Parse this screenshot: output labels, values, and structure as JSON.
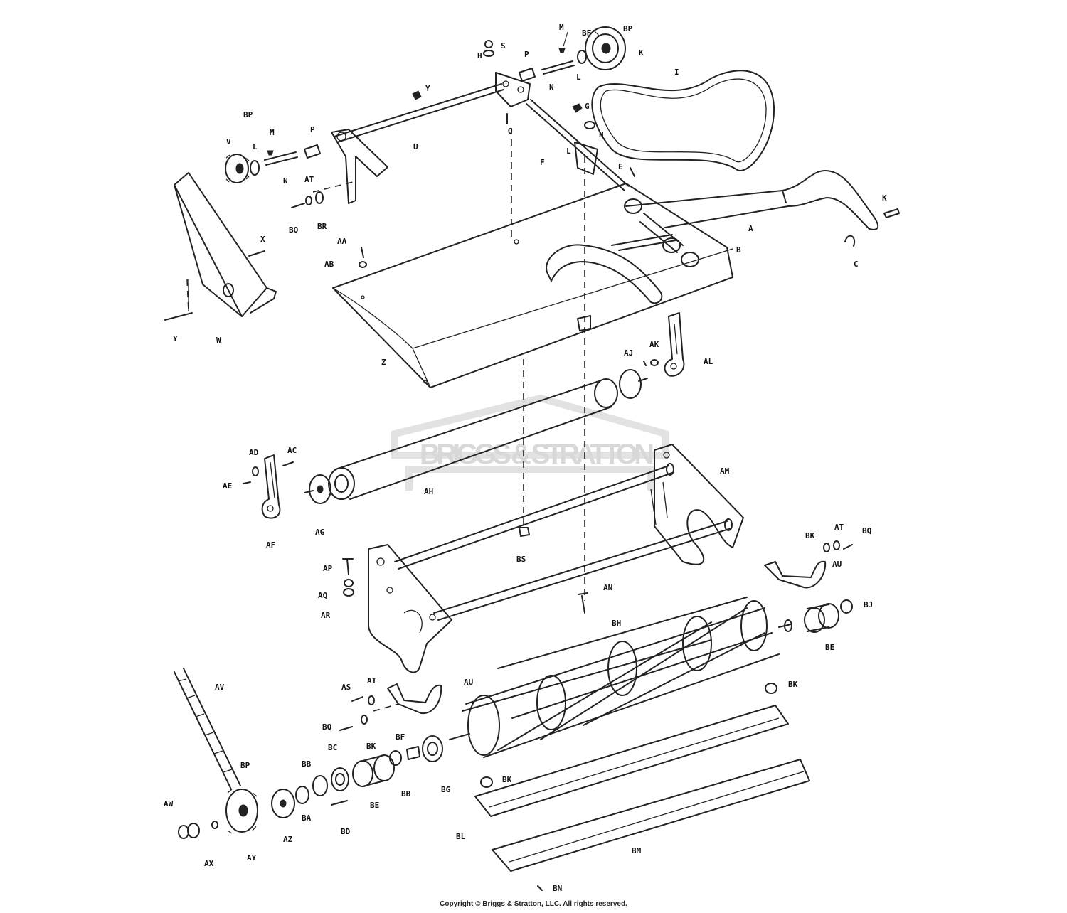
{
  "watermark": "BRIGGS & STRATTON",
  "copyright": "Copyright © Briggs & Stratton, LLC. All rights reserved.",
  "labels": {
    "A": "A",
    "B": "B",
    "C": "C",
    "E": "E",
    "F": "F",
    "G": "G",
    "H": "H",
    "I": "I",
    "K": "K",
    "L": "L",
    "M": "M",
    "N": "N",
    "P": "P",
    "Q": "Q",
    "S": "S",
    "U": "U",
    "V": "V",
    "W": "W",
    "X": "X",
    "Y": "Y",
    "Z": "Z",
    "AA": "AA",
    "AB": "AB",
    "AC": "AC",
    "AD": "AD",
    "AE": "AE",
    "AF": "AF",
    "AG": "AG",
    "AH": "AH",
    "AJ": "AJ",
    "AK": "AK",
    "AL": "AL",
    "AM": "AM",
    "AN": "AN",
    "AP": "AP",
    "AQ": "AQ",
    "AR": "AR",
    "AS": "AS",
    "AT": "AT",
    "AU": "AU",
    "AV": "AV",
    "AW": "AW",
    "AX": "AX",
    "AY": "AY",
    "AZ": "AZ",
    "BA": "BA",
    "BB": "BB",
    "BC": "BC",
    "BD": "BD",
    "BE": "BE",
    "BF": "BF",
    "BG": "BG",
    "BH": "BH",
    "BJ": "BJ",
    "BK": "BK",
    "BL": "BL",
    "BM": "BM",
    "BN": "BN",
    "BP": "BP",
    "BQ": "BQ",
    "BR": "BR",
    "BS": "BS"
  }
}
